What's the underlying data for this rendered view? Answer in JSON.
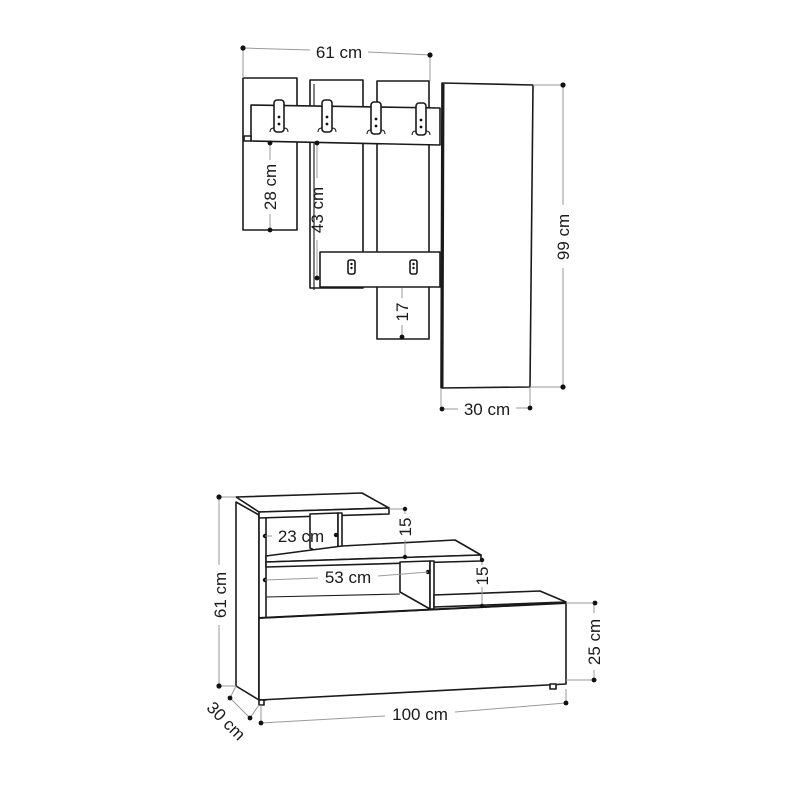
{
  "diagram": {
    "type": "furniture-dimension-drawing",
    "colors": {
      "outline": "#1a1a1a",
      "dimension_line": "#9a9a9a",
      "background": "#ffffff"
    }
  },
  "coat_rack": {
    "hooks_count": 4,
    "dimensions": {
      "width": "61 cm",
      "left_panel_height": "28 cm",
      "middle_panel_height": "43 cm",
      "shelf_gap": "17",
      "mirror_height": "99 cm",
      "mirror_width": "30 cm"
    }
  },
  "shoe_cabinet": {
    "dimensions": {
      "height": "61 cm",
      "depth": "30 cm",
      "width": "100 cm",
      "base_height": "25 cm",
      "top_shelf_width": "23 cm",
      "top_shelf_gap": "15",
      "middle_shelf_width": "53 cm",
      "middle_shelf_gap": "15"
    }
  }
}
